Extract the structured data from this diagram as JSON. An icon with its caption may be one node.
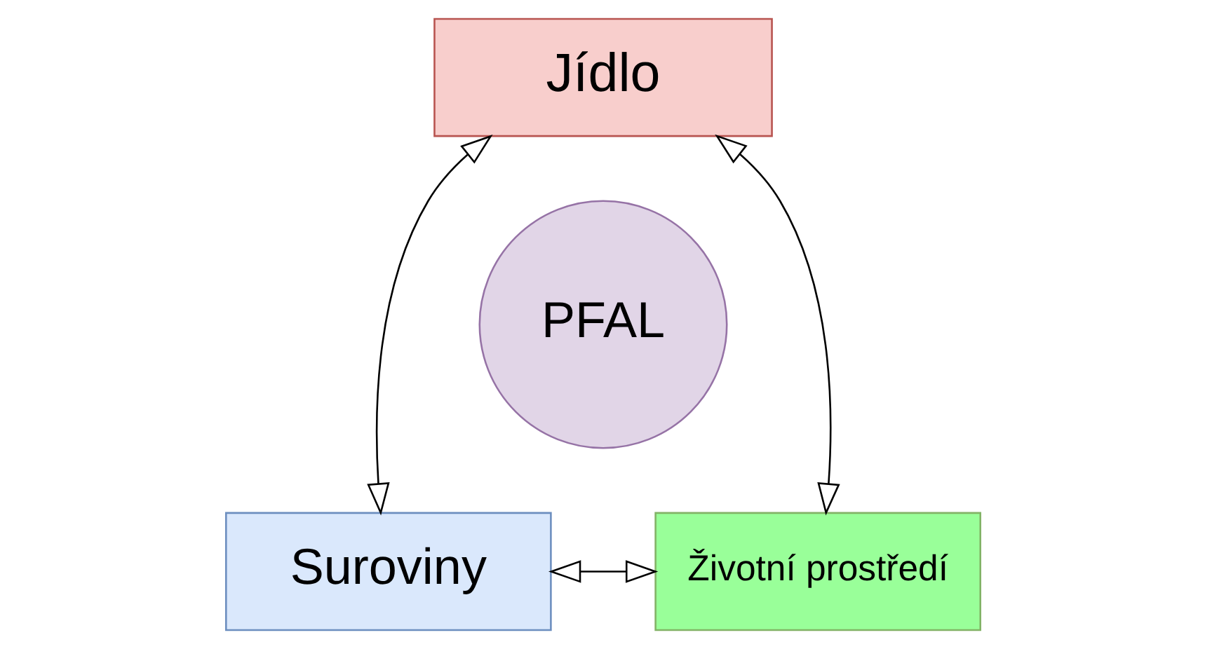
{
  "diagram": {
    "nodes": [
      {
        "text": [
          "Jídlo"
        ]
      },
      {
        "text": [
          "PFAL"
        ]
      },
      {
        "text": [
          "Suroviny"
        ]
      },
      {
        "text": [
          "Životní prostředí"
        ]
      }
    ],
    "edges": [
      {
        "from": 0,
        "to": 2,
        "arrow": "both"
      },
      {
        "from": 0,
        "to": 3,
        "arrow": "both"
      },
      {
        "from": 2,
        "to": 3,
        "arrow": "both"
      }
    ]
  }
}
